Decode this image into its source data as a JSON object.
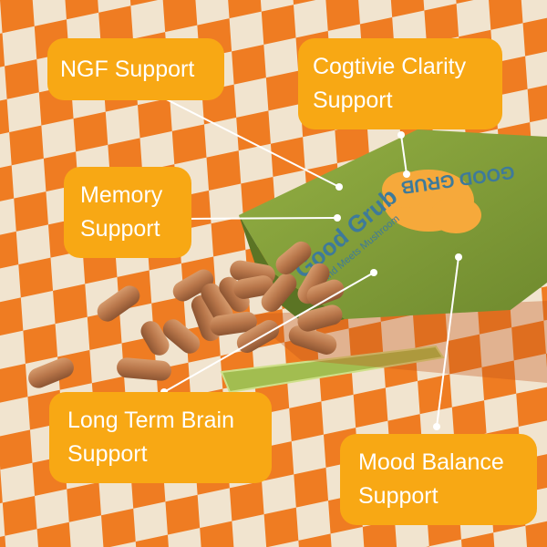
{
  "callouts": {
    "ngf": {
      "line1": "NGF Support"
    },
    "clarity": {
      "line1": "Cogtivie Clarity",
      "line2": "Support"
    },
    "memory": {
      "line1": "Memory",
      "line2": "Support"
    },
    "long_term": {
      "line1": "Long Term Brain",
      "line2": "Support"
    },
    "mood": {
      "line1": "Mood Balance",
      "line2": "Support"
    }
  },
  "package": {
    "brand": "Good Grub",
    "tagline": "Mind Meets Mushroom",
    "back_text": "GOOD GRUB"
  },
  "colors": {
    "checker_orange": "#ef7c22",
    "checker_cream": "#f1e4cf",
    "callout_fill": "#f8a814",
    "callout_text": "#ffffff",
    "pouch_green": "#86a23a",
    "capsule": "#b8764a"
  }
}
